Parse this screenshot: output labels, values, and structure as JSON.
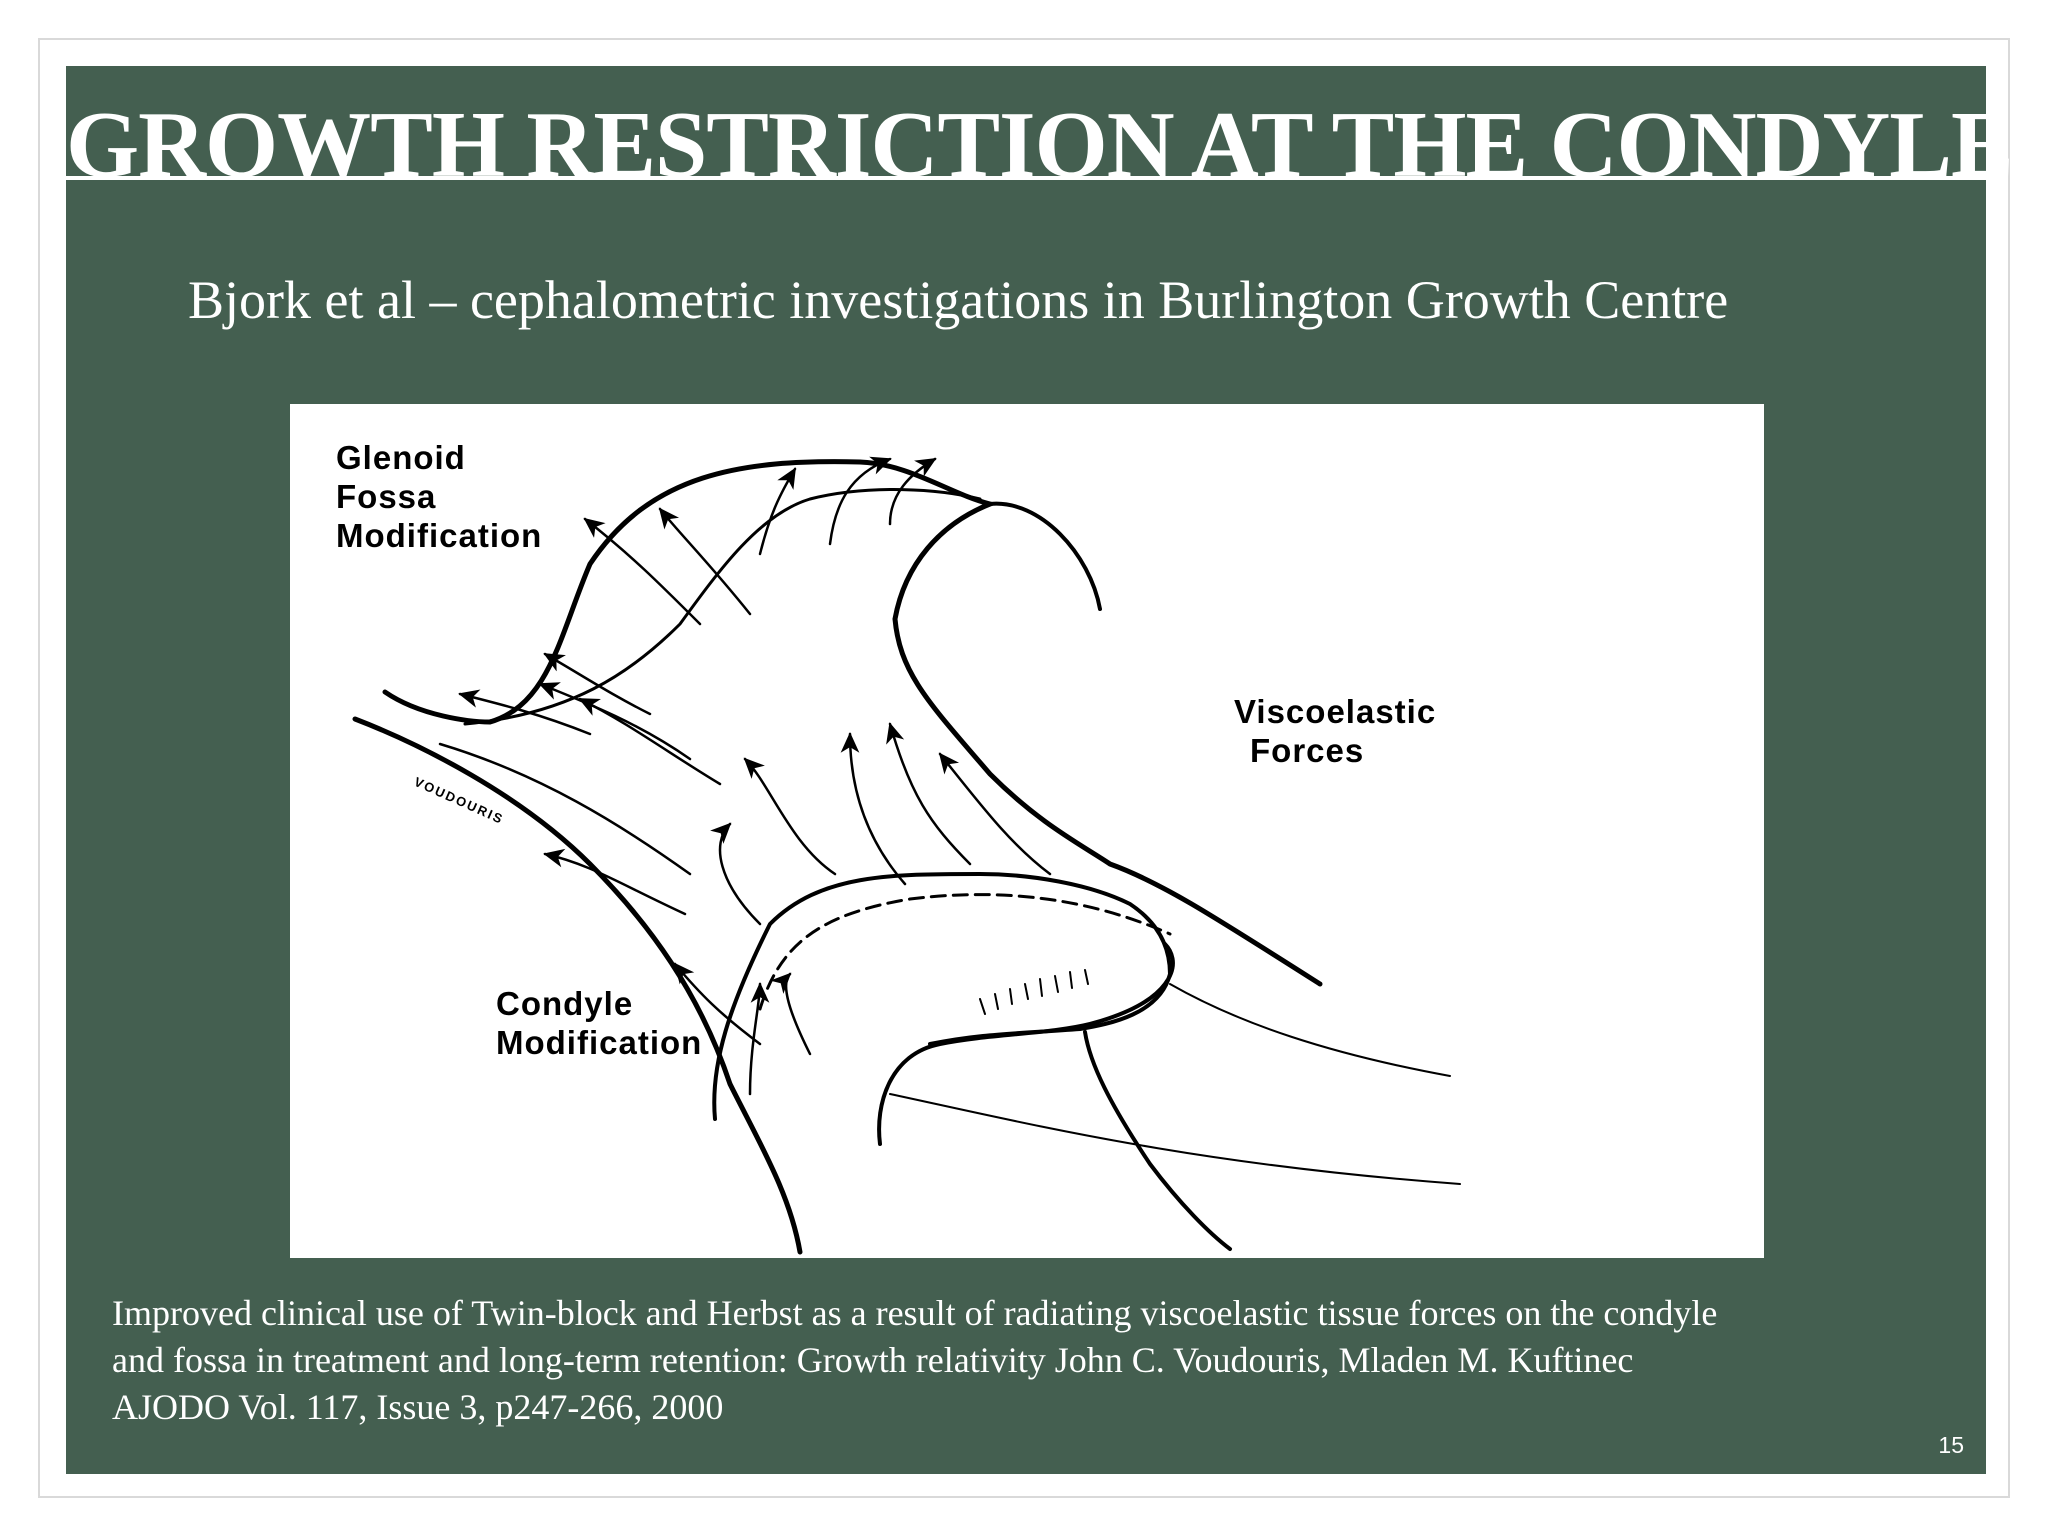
{
  "slide": {
    "title": "GROWTH RESTRICTION AT THE CONDYLE",
    "subtitle": "Bjork et al – cephalometric investigations in Burlington Growth Centre",
    "citation": {
      "line1": "Improved clinical use of Twin-block and Herbst as a result of radiating viscoelastic tissue forces on the condyle",
      "line2": "and fossa in treatment and long-term retention: Growth relativity John C. Voudouris, Mladen M. Kuftinec",
      "line3": "AJODO Vol. 117, Issue 3, p247-266, 2000"
    },
    "page_number": "15"
  },
  "figure": {
    "labels": {
      "glenoid": [
        "Glenoid",
        "Fossa",
        "Modification"
      ],
      "viscoelastic": [
        "Viscoelastic",
        "Forces"
      ],
      "condyle": [
        "Condyle",
        "Modification"
      ],
      "signature": "VOUDOURIS"
    }
  },
  "colors": {
    "slide_background": "#445f50",
    "text": "#ffffff",
    "figure_background": "#ffffff",
    "line_art": "#000000"
  }
}
